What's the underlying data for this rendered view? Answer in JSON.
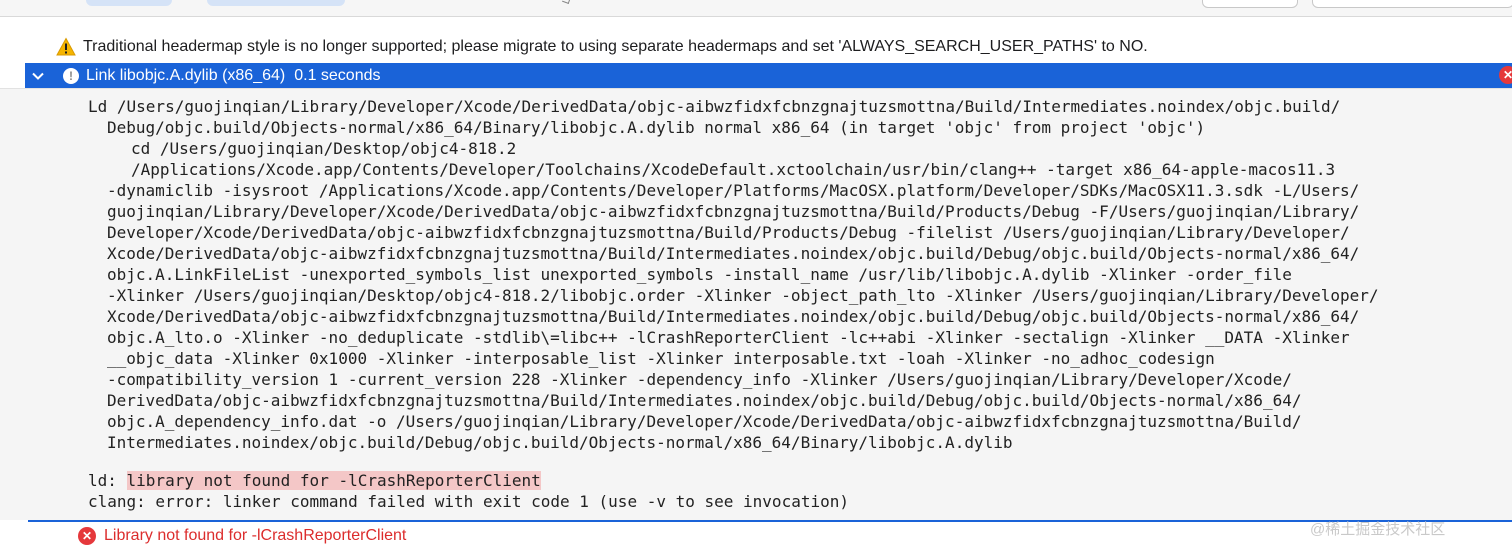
{
  "warning": {
    "icon": "warning-triangle-icon",
    "color": "#f5b400",
    "text": "Traditional headermap style is no longer supported; please migrate to using separate headermaps and set 'ALWAYS_SEARCH_USER_PATHS' to NO."
  },
  "link_step": {
    "title": "Link libobjc.A.dylib (x86_64)",
    "duration": "0.1 seconds",
    "error_count": "1",
    "color": "#1a63d8"
  },
  "log_lines": [
    "Ld /Users/guojinqian/Library/Developer/Xcode/DerivedData/objc-aibwzfidxfcbnzgnajtuzsmottna/Build/Intermediates.noindex/objc.build/",
    "Debug/objc.build/Objects-normal/x86_64/Binary/libobjc.A.dylib normal x86_64 (in target 'objc' from project 'objc')",
    "cd /Users/guojinqian/Desktop/objc4-818.2",
    "/Applications/Xcode.app/Contents/Developer/Toolchains/XcodeDefault.xctoolchain/usr/bin/clang++ -target x86_64-apple-macos11.3",
    "-dynamiclib -isysroot /Applications/Xcode.app/Contents/Developer/Platforms/MacOSX.platform/Developer/SDKs/MacOSX11.3.sdk -L/Users/",
    "guojinqian/Library/Developer/Xcode/DerivedData/objc-aibwzfidxfcbnzgnajtuzsmottna/Build/Products/Debug -F/Users/guojinqian/Library/",
    "Developer/Xcode/DerivedData/objc-aibwzfidxfcbnzgnajtuzsmottna/Build/Products/Debug -filelist /Users/guojinqian/Library/Developer/",
    "Xcode/DerivedData/objc-aibwzfidxfcbnzgnajtuzsmottna/Build/Intermediates.noindex/objc.build/Debug/objc.build/Objects-normal/x86_64/",
    "objc.A.LinkFileList -unexported_symbols_list unexported_symbols -install_name /usr/lib/libobjc.A.dylib -Xlinker -order_file",
    "-Xlinker /Users/guojinqian/Desktop/objc4-818.2/libobjc.order -Xlinker -object_path_lto -Xlinker /Users/guojinqian/Library/Developer/",
    "Xcode/DerivedData/objc-aibwzfidxfcbnzgnajtuzsmottna/Build/Intermediates.noindex/objc.build/Debug/objc.build/Objects-normal/x86_64/",
    "objc.A_lto.o -Xlinker -no_deduplicate -stdlib\\=libc++ -lCrashReporterClient -lc++abi -Xlinker -sectalign -Xlinker __DATA -Xlinker",
    "__objc_data -Xlinker 0x1000 -Xlinker -interposable_list -Xlinker interposable.txt -loah -Xlinker -no_adhoc_codesign",
    "-compatibility_version 1 -current_version 228 -Xlinker -dependency_info -Xlinker /Users/guojinqian/Library/Developer/Xcode/",
    "DerivedData/objc-aibwzfidxfcbnzgnajtuzsmottna/Build/Intermediates.noindex/objc.build/Debug/objc.build/Objects-normal/x86_64/",
    "objc.A_dependency_info.dat -o /Users/guojinqian/Library/Developer/Xcode/DerivedData/objc-aibwzfidxfcbnzgnajtuzsmottna/Build/",
    "Intermediates.noindex/objc.build/Debug/objc.build/Objects-normal/x86_64/Binary/libobjc.A.dylib"
  ],
  "output": {
    "ld_prefix": "ld: ",
    "ld_highlight": "library not found for -lCrashReporterClient",
    "clang_line": "clang: error: linker command failed with exit code 1 (use -v to see invocation)",
    "highlight_color": "#f4c7c7"
  },
  "error": {
    "icon": "error-x-circle-icon",
    "text": "Library not found for -lCrashReporterClient",
    "color": "#dc2d2d"
  },
  "watermark": "@稀土掘金技术社区"
}
